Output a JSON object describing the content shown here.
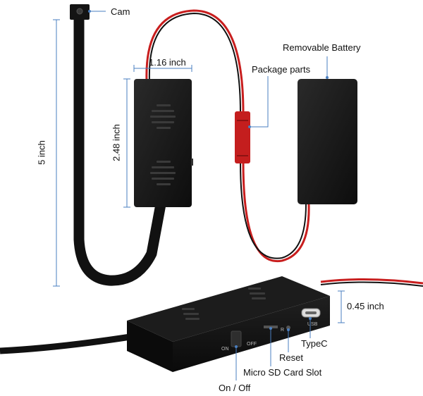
{
  "labels": {
    "cam": "Cam",
    "width": "1.16 inch",
    "height": "2.48 inch",
    "length": "5 inch",
    "package_parts": "Package parts",
    "battery": "Removable Battery",
    "thickness": "0.45 inch",
    "typec": "TypeC",
    "reset": "Reset",
    "sd_slot": "Micro SD Card Slot",
    "onoff": "On / Off"
  },
  "device_markings": {
    "on": "ON",
    "off": "OFF",
    "reset_mark": "R",
    "usb": "USB"
  },
  "colors": {
    "accent": "#4a7fc1",
    "device": "#151515",
    "red_wire": "#d42020"
  }
}
